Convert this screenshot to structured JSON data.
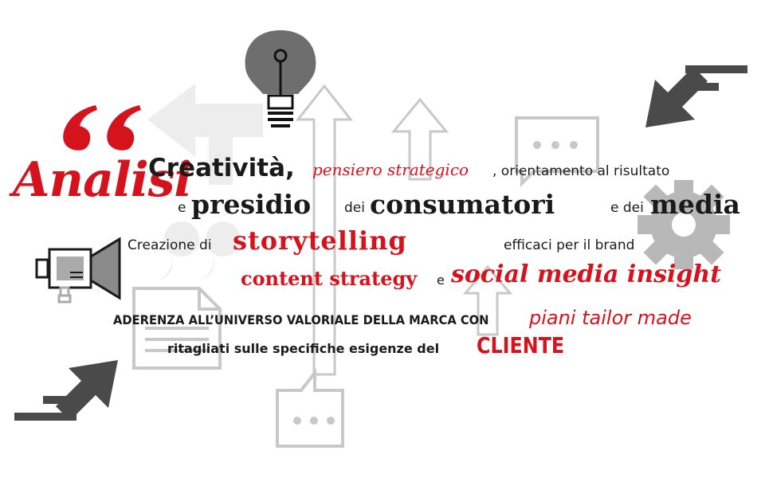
{
  "line1": {
    "creativita": "Creatività,",
    "pensiero": "pensiero strategico",
    "orientamento": ", orientamento al risultato"
  },
  "analisi": "Analisi",
  "line2": {
    "e": "e",
    "presidio": "presidio",
    "dei1": "dei",
    "consumatori": "consumatori",
    "edei": "e dei",
    "media": "media"
  },
  "line3": {
    "creazione": "Creazione di",
    "storytelling": "storytelling",
    "efficaci": "efficaci per il brand"
  },
  "line4": {
    "content": "content strategy",
    "e": "e",
    "social": "social media insight"
  },
  "line5": {
    "aderenza": "ADERENZA ALL’UNIVERSO VALORIALE DELLA MARCA CON",
    "piani": "piani tailor made"
  },
  "line6": {
    "ritagliati": "ritagliati sulle specifiche esigenze del",
    "cliente": "CLIENTE"
  },
  "colors": {
    "accent": "#d5131c",
    "text": "#1a1a1a",
    "icon_gray": "#c8c8c8",
    "icon_dark": "#595959"
  },
  "icons": [
    "lightbulb-icon",
    "arrow-up-icon",
    "chat-bubble-icon",
    "arrow-down-left-icon",
    "gear-icon",
    "megaphone-icon",
    "document-icon",
    "arrow-up-right-icon",
    "quote-open-icon",
    "quote-close-icon",
    "arrow-left-icon"
  ]
}
